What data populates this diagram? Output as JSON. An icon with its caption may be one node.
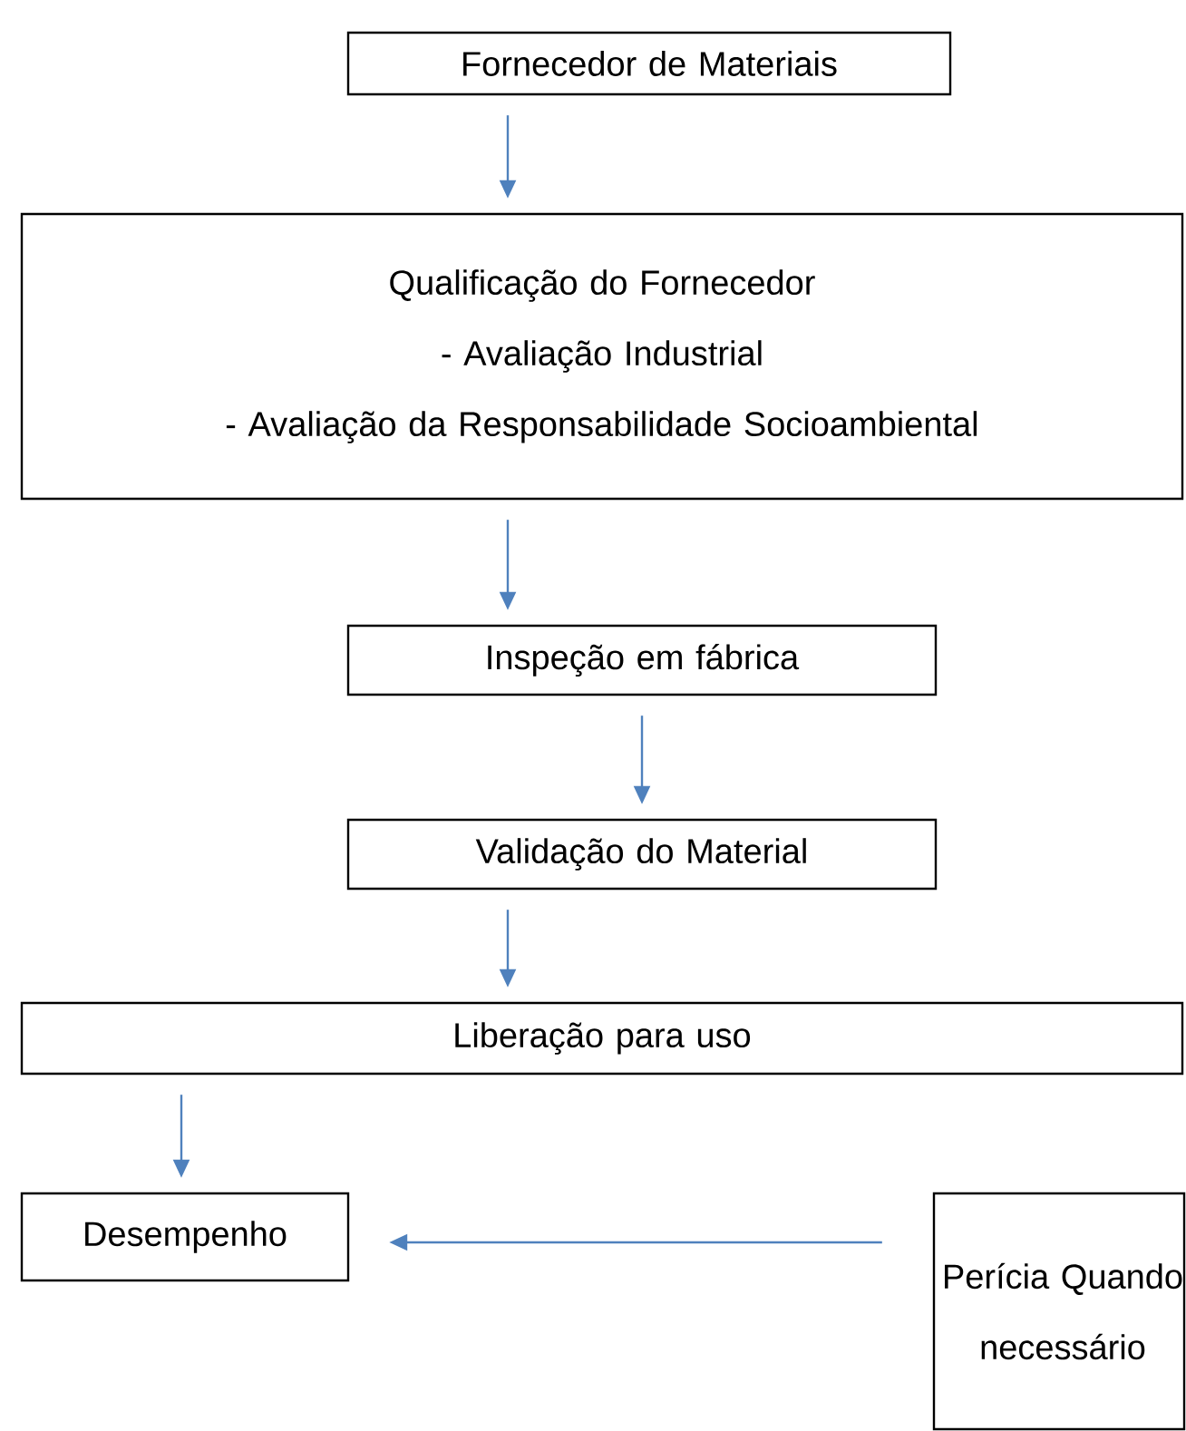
{
  "diagram": {
    "nodes": [
      {
        "text": [
          "Fornecedor de Materiais"
        ]
      },
      {
        "text": [
          "Qualificação do Fornecedor",
          "- Avaliação Industrial",
          "- Avaliação da Responsabilidade Socioambiental"
        ]
      },
      {
        "text": [
          "Inspeção em fábrica"
        ]
      },
      {
        "text": [
          "Validação do Material"
        ]
      },
      {
        "text": [
          "Liberação para uso"
        ]
      },
      {
        "text": [
          "Desempenho"
        ]
      },
      {
        "text": [
          "Perícia Quando necessário"
        ]
      }
    ],
    "edges": [
      {
        "from": 0,
        "to": 1,
        "arrow": "to"
      },
      {
        "from": 1,
        "to": 2,
        "arrow": "to"
      },
      {
        "from": 2,
        "to": 3,
        "arrow": "to"
      },
      {
        "from": 3,
        "to": 4,
        "arrow": "to"
      },
      {
        "from": 4,
        "to": 5,
        "arrow": "to"
      },
      {
        "from": 6,
        "to": 5,
        "arrow": "to"
      }
    ]
  }
}
